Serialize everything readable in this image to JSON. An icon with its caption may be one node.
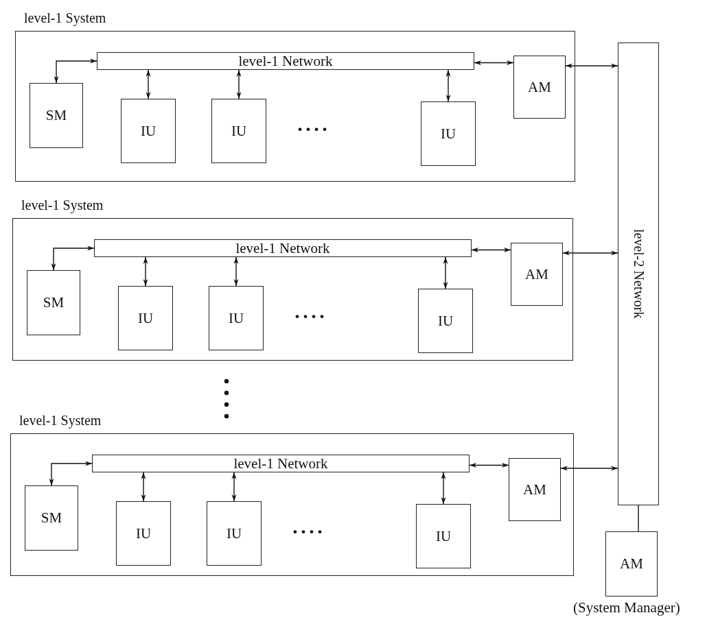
{
  "diagram": {
    "nodes": [
      {
        "text": [
          "level-1 System"
        ]
      },
      {
        "text": [
          "level-1 Network"
        ],
        "in": 0
      },
      {
        "text": [
          "SM"
        ],
        "in": 0
      },
      {
        "text": [
          "IU"
        ],
        "in": 0
      },
      {
        "text": [
          "IU"
        ],
        "in": 0
      },
      {
        "text": [
          "IU"
        ],
        "in": 0
      },
      {
        "text": [
          "AM"
        ],
        "in": 0
      },
      {
        "text": [
          "level-1 System"
        ]
      },
      {
        "text": [
          "level-1 Network"
        ],
        "in": 7
      },
      {
        "text": [
          "SM"
        ],
        "in": 7
      },
      {
        "text": [
          "IU"
        ],
        "in": 7
      },
      {
        "text": [
          "IU"
        ],
        "in": 7
      },
      {
        "text": [
          "IU"
        ],
        "in": 7
      },
      {
        "text": [
          "AM"
        ],
        "in": 7
      },
      {
        "text": [
          "level-1 System"
        ]
      },
      {
        "text": [
          "level-1 Network"
        ],
        "in": 14
      },
      {
        "text": [
          "SM"
        ],
        "in": 14
      },
      {
        "text": [
          "IU"
        ],
        "in": 14
      },
      {
        "text": [
          "IU"
        ],
        "in": 14
      },
      {
        "text": [
          "IU"
        ],
        "in": 14
      },
      {
        "text": [
          "AM"
        ],
        "in": 14
      },
      {
        "text": [
          "level-2 Network"
        ]
      },
      {
        "text": [
          "AM"
        ],
        "beside": [
          "(System Manager)"
        ]
      }
    ],
    "edges": [
      {
        "from": 2,
        "to": 1,
        "arrow": "both"
      },
      {
        "from": 1,
        "to": 3,
        "arrow": "both"
      },
      {
        "from": 1,
        "to": 4,
        "arrow": "both"
      },
      {
        "from": 1,
        "to": 5,
        "arrow": "both"
      },
      {
        "from": 1,
        "to": 6,
        "arrow": "both"
      },
      {
        "from": 6,
        "to": 21,
        "arrow": "both"
      },
      {
        "from": 9,
        "to": 8,
        "arrow": "both"
      },
      {
        "from": 8,
        "to": 10,
        "arrow": "both"
      },
      {
        "from": 8,
        "to": 11,
        "arrow": "both"
      },
      {
        "from": 8,
        "to": 12,
        "arrow": "both"
      },
      {
        "from": 8,
        "to": 13,
        "arrow": "both"
      },
      {
        "from": 13,
        "to": 21,
        "arrow": "both"
      },
      {
        "from": 16,
        "to": 15,
        "arrow": "both"
      },
      {
        "from": 15,
        "to": 17,
        "arrow": "both"
      },
      {
        "from": 15,
        "to": 18,
        "arrow": "both"
      },
      {
        "from": 15,
        "to": 19,
        "arrow": "both"
      },
      {
        "from": 15,
        "to": 20,
        "arrow": "both"
      },
      {
        "from": 20,
        "to": 21,
        "arrow": "both"
      },
      {
        "from": 21,
        "to": 22,
        "arrow": "none"
      }
    ],
    "labels": [
      "····",
      "····",
      "····"
    ]
  }
}
